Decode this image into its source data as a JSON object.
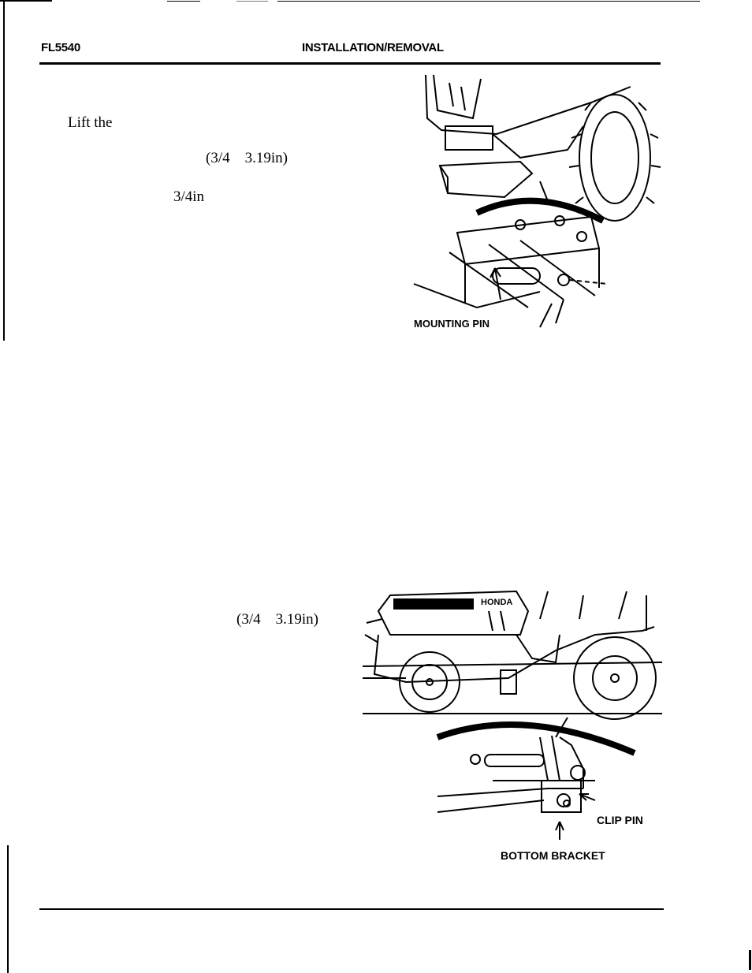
{
  "header": {
    "model": "FL5540",
    "section": "INSTALLATION/REMOVAL"
  },
  "upper_section": {
    "lift_text": "Lift the",
    "dim_text": "(3/4    3.19in)",
    "size_text": "3/4in",
    "figure_label_partial": "MOUNTING PIN"
  },
  "lower_section": {
    "dim_text": "(3/4    3.19in)",
    "figure_labels": {
      "clip_pin": "CLIP PIN",
      "bottom_bracket": "BOTTOM BRACKET"
    },
    "brand_text": "HONDA"
  }
}
